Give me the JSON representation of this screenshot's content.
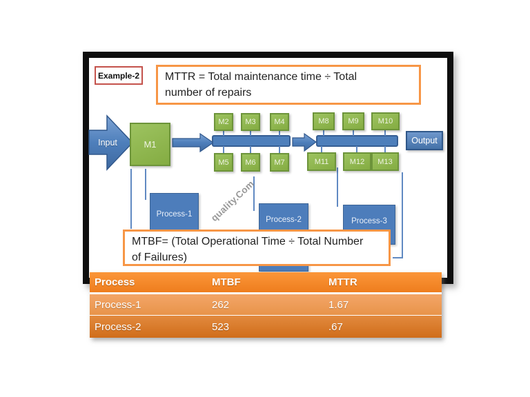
{
  "slide": {
    "example_label": "Example-2",
    "mttr_formula": "MTTR = Total maintenance time ÷ Total number of repairs",
    "mtbf_formula": "MTBF= (Total Operational Time ÷ Total Number of Failures)",
    "watermark": "quality.Com"
  },
  "flow": {
    "input_label": "Input",
    "output_label": "Output",
    "m1": "M1",
    "group1_top": [
      "M2",
      "M3",
      "M4"
    ],
    "group1_bottom": [
      "M5",
      "M6",
      "M7"
    ],
    "group2_top": [
      "M8",
      "M9",
      "M10"
    ],
    "group2_bottom": [
      "M11",
      "M12",
      "M13"
    ],
    "processes": [
      "Process-1",
      "Process-2",
      "Process-3"
    ]
  },
  "table": {
    "headers": [
      "Process",
      "MTBF",
      "MTTR"
    ],
    "rows": [
      [
        "Process-1",
        "262",
        "1.67"
      ],
      [
        "Process-2",
        "523",
        ".67"
      ]
    ]
  },
  "chart_data": {
    "type": "table",
    "columns": [
      "Process",
      "MTBF",
      "MTTR"
    ],
    "rows": [
      [
        "Process-1",
        262,
        1.67
      ],
      [
        "Process-2",
        523,
        0.67
      ]
    ]
  },
  "colors": {
    "accent_orange": "#F79646",
    "table_header_orange": "#F08122",
    "table_row1_orange": "#EF9F55",
    "table_row2_orange": "#D8782A",
    "machine_green": "#8FB952",
    "flow_blue": "#4E7FBB",
    "example_border_red": "#C4524B",
    "frame_black": "#0E0E0E"
  }
}
